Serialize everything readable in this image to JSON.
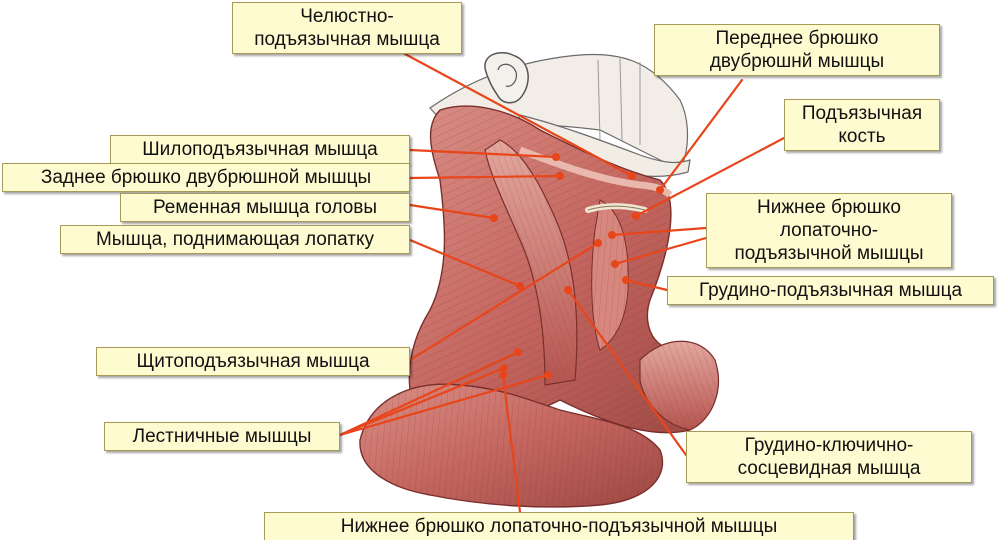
{
  "labels": [
    {
      "id": "mylohyoid",
      "lines": [
        "Челюстно-",
        "подъязычная мышца"
      ]
    },
    {
      "id": "ant-digastric",
      "lines": [
        "Переднее брюшко",
        "двубрюшнй мышцы"
      ]
    },
    {
      "id": "hyoid",
      "lines": [
        "Подъязычная",
        "кость"
      ]
    },
    {
      "id": "stylohyoid",
      "lines": [
        "Шилоподъязычная мышца"
      ]
    },
    {
      "id": "post-digastric",
      "lines": [
        "Заднее брюшко двубрюшной мышцы"
      ]
    },
    {
      "id": "splenius",
      "lines": [
        "Ременная мышца головы"
      ]
    },
    {
      "id": "levator",
      "lines": [
        "Мышца, поднимающая лопатку"
      ]
    },
    {
      "id": "inf-omohyoid-right",
      "lines": [
        "Нижнее брюшко",
        "лопаточно-",
        "подъязычной мышцы"
      ]
    },
    {
      "id": "sternohyoid",
      "lines": [
        "Грудино-подъязычная мышца"
      ]
    },
    {
      "id": "thyrohyoid",
      "lines": [
        "Щитоподъязычная мышца"
      ]
    },
    {
      "id": "scalene",
      "lines": [
        "Лестничные мышцы"
      ]
    },
    {
      "id": "scm",
      "lines": [
        "Грудино-ключично-",
        "сосцевидная мышца"
      ]
    },
    {
      "id": "inf-omohyoid-bottom",
      "lines": [
        "Нижнее брюшко лопаточно-подъязычной мышцы"
      ]
    }
  ],
  "colors": {
    "label_bg": "#fffbd0",
    "label_border": "#a79a55",
    "leader": "#e8461a",
    "muscle": "#c4665f",
    "muscle_dark": "#8f3c38",
    "muscle_light": "#e7aaa1"
  }
}
